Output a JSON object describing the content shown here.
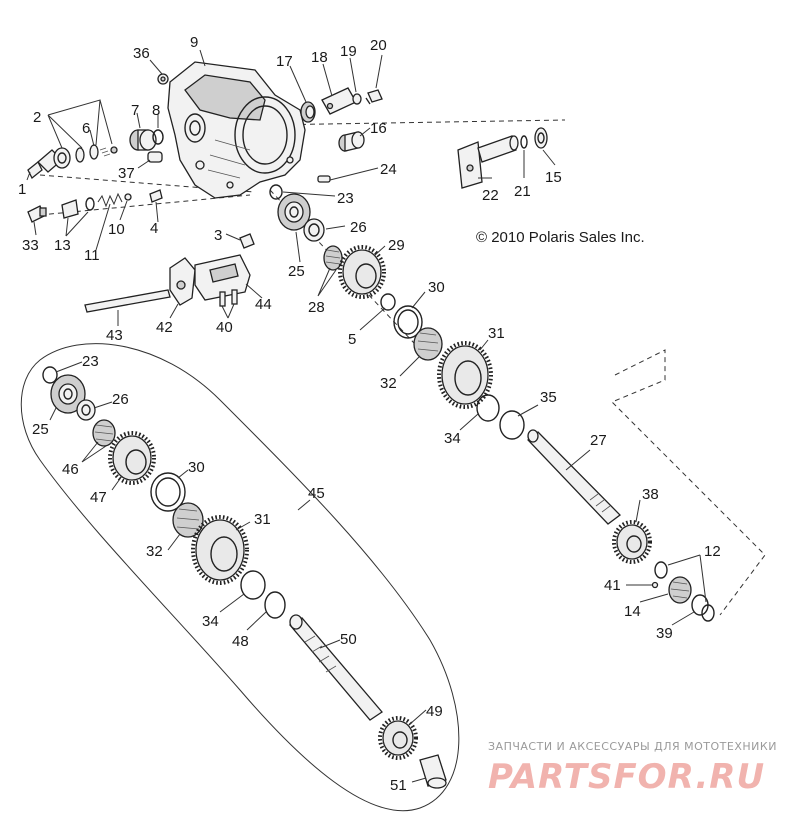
{
  "copyright": "© 2010 Polaris Sales Inc.",
  "watermark": {
    "subtitle": "ЗАПЧАСТИ И АКСЕССУАРЫ ДЛЯ МОТОТЕХНИКИ",
    "brand": "PARTSFOR.RU"
  },
  "callouts": [
    {
      "id": "c36",
      "text": "36"
    },
    {
      "id": "c9",
      "text": "9"
    },
    {
      "id": "c17",
      "text": "17"
    },
    {
      "id": "c18",
      "text": "18"
    },
    {
      "id": "c19",
      "text": "19"
    },
    {
      "id": "c20",
      "text": "20"
    },
    {
      "id": "c2",
      "text": "2"
    },
    {
      "id": "c6",
      "text": "6"
    },
    {
      "id": "c7",
      "text": "7"
    },
    {
      "id": "c8",
      "text": "8"
    },
    {
      "id": "c16",
      "text": "16"
    },
    {
      "id": "c37",
      "text": "37"
    },
    {
      "id": "c1",
      "text": "1"
    },
    {
      "id": "c24",
      "text": "24"
    },
    {
      "id": "c23a",
      "text": "23"
    },
    {
      "id": "c22",
      "text": "22"
    },
    {
      "id": "c21",
      "text": "21"
    },
    {
      "id": "c15",
      "text": "15"
    },
    {
      "id": "c33",
      "text": "33"
    },
    {
      "id": "c13",
      "text": "13"
    },
    {
      "id": "c10",
      "text": "10"
    },
    {
      "id": "c4",
      "text": "4"
    },
    {
      "id": "c26a",
      "text": "26"
    },
    {
      "id": "c11",
      "text": "11"
    },
    {
      "id": "c3",
      "text": "3"
    },
    {
      "id": "c29",
      "text": "29"
    },
    {
      "id": "c25a",
      "text": "25"
    },
    {
      "id": "c28",
      "text": "28"
    },
    {
      "id": "c44",
      "text": "44"
    },
    {
      "id": "c30a",
      "text": "30"
    },
    {
      "id": "c42",
      "text": "42"
    },
    {
      "id": "c40",
      "text": "40"
    },
    {
      "id": "c5",
      "text": "5"
    },
    {
      "id": "c43",
      "text": "43"
    },
    {
      "id": "c31a",
      "text": "31"
    },
    {
      "id": "c23b",
      "text": "23"
    },
    {
      "id": "c32a",
      "text": "32"
    },
    {
      "id": "c35",
      "text": "35"
    },
    {
      "id": "c26b",
      "text": "26"
    },
    {
      "id": "c25b",
      "text": "25"
    },
    {
      "id": "c34a",
      "text": "34"
    },
    {
      "id": "c27",
      "text": "27"
    },
    {
      "id": "c46",
      "text": "46"
    },
    {
      "id": "c47",
      "text": "47"
    },
    {
      "id": "c30b",
      "text": "30"
    },
    {
      "id": "c45",
      "text": "45"
    },
    {
      "id": "c38",
      "text": "38"
    },
    {
      "id": "c31b",
      "text": "31"
    },
    {
      "id": "c32b",
      "text": "32"
    },
    {
      "id": "c12",
      "text": "12"
    },
    {
      "id": "c41",
      "text": "41"
    },
    {
      "id": "c14",
      "text": "14"
    },
    {
      "id": "c34b",
      "text": "34"
    },
    {
      "id": "c39",
      "text": "39"
    },
    {
      "id": "c48",
      "text": "48"
    },
    {
      "id": "c50",
      "text": "50"
    },
    {
      "id": "c49",
      "text": "49"
    },
    {
      "id": "c51",
      "text": "51"
    }
  ]
}
